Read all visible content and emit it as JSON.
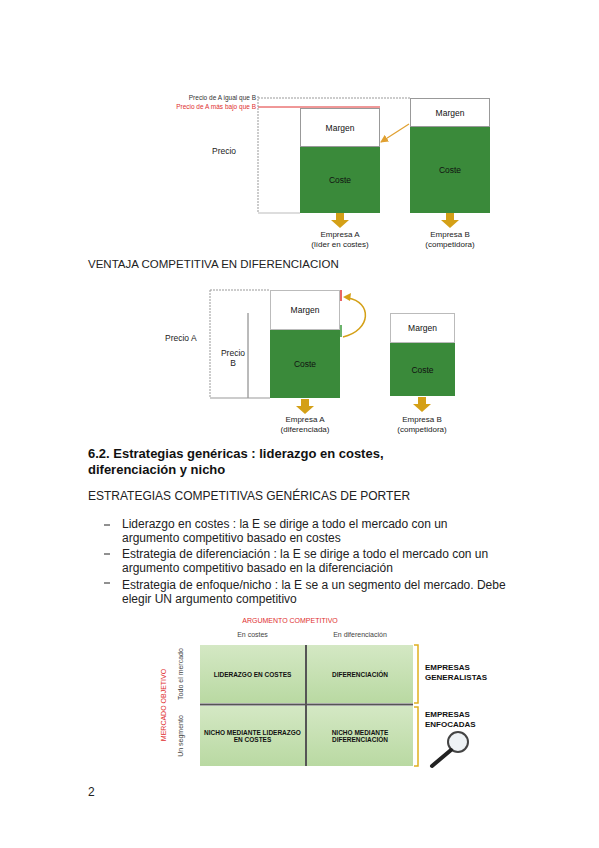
{
  "diagram": {
    "nodes": [
      {
        "text": [
          "Margen"
        ]
      },
      {
        "text": [
          "Coste"
        ]
      },
      {
        "text": [
          "Margen"
        ]
      },
      {
        "text": [
          "Coste"
        ]
      },
      {
        "text": [
          "Margen"
        ]
      },
      {
        "text": [
          "Coste"
        ]
      },
      {
        "text": [
          "Margen"
        ]
      },
      {
        "text": [
          "Coste"
        ]
      },
      {
        "text": [
          "LIDERAZGO EN COSTES"
        ]
      },
      {
        "text": [
          "DIFERENCIACIÓN"
        ]
      },
      {
        "text": [
          "NICHO MEDIANTE LIDERAZGO EN COSTES"
        ]
      },
      {
        "text": [
          "NICHO MEDIANTE DIFERENCIACIÓN"
        ]
      }
    ],
    "edges": [
      {
        "from": 2,
        "to": 0,
        "arrow": "to"
      }
    ],
    "labels": [
      "Precio de A igual que B",
      "Precio de A más bajo que B",
      "Precio",
      "Empresa A",
      "(líder en costes)",
      "Empresa B",
      "(competidora)",
      "VENTAJA COMPETITIVA EN DIFERENCIACION",
      "Precio A",
      "Precio B",
      "Empresa A",
      "(diferenciada)",
      "Empresa B",
      "(competidora)",
      "6.2. Estrategias genéricas : liderazgo en costes, diferenciación y nicho",
      "ESTRATEGIAS COMPETITIVAS GENÉRICAS DE PORTER",
      "Liderazgo en costes : la E se dirige a todo el mercado con un argumento competitivo basado en costes",
      "Estrategia de diferenciación : la E se dirige a todo el mercado con un argumento competitivo basado en la diferenciación",
      "Estrategia de enfoque/nicho : la E se a un segmento del mercado. Debe elegir UN argumento competitivo",
      "ARGUMENTO COMPETITIVO",
      "En costes",
      "En diferenciación",
      "MERCADO OBJETIVO",
      "Todo el mercado",
      "Un segmento",
      "EMPRESAS GENERALISTAS",
      "EMPRESAS ENFOCADAS",
      "2"
    ]
  }
}
